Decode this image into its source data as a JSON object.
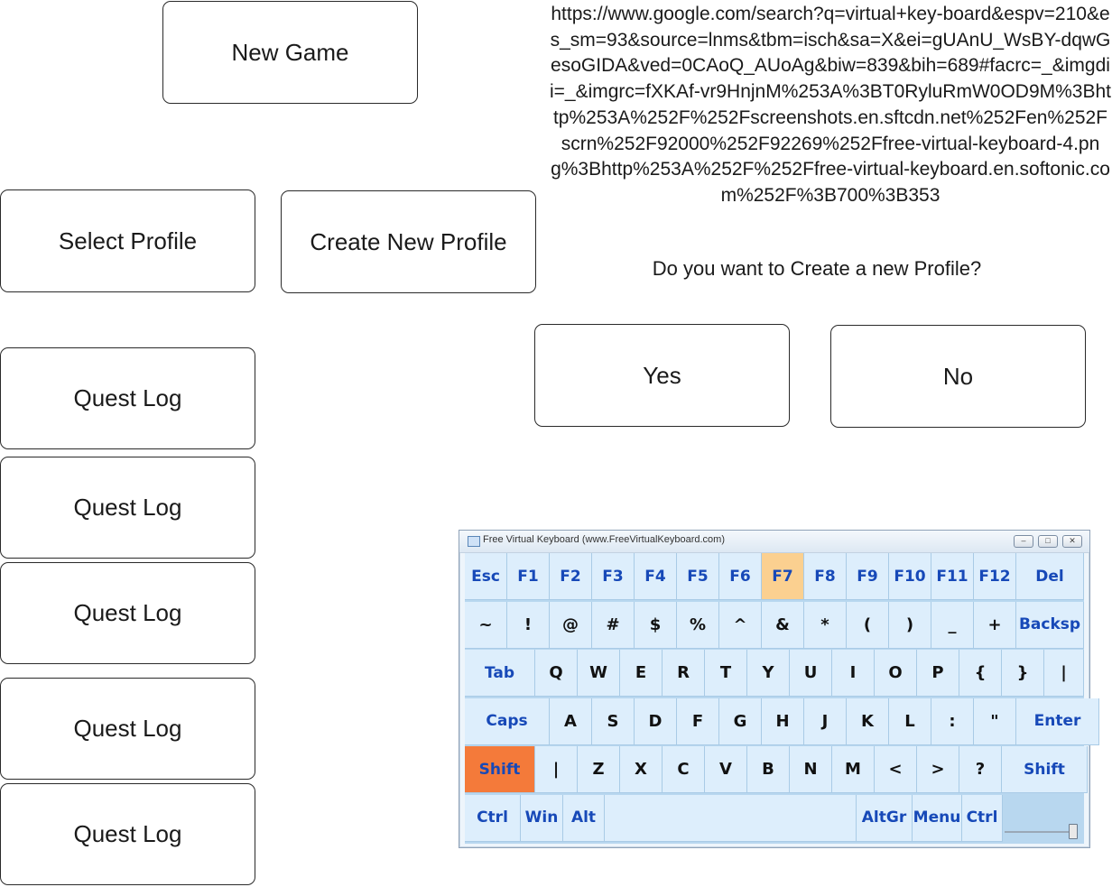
{
  "buttons": {
    "new_game": "New Game",
    "select_profile": "Select Profile",
    "create_new_profile": "Create New Profile",
    "quest_log": [
      "Quest Log",
      "Quest Log",
      "Quest Log",
      "Quest Log",
      "Quest Log"
    ],
    "yes": "Yes",
    "no": "No"
  },
  "reference_url": "https://www.google.com/search?q=virtual+key-board&espv=210&es_sm=93&source=lnms&tbm=isch&sa=X&ei=gUAnU_WsBY-dqwGesoGIDA&ved=0CAoQ_AUoAg&biw=839&bih=689#facrc=_&imgdii=_&imgrc=fXKAf-vr9HnjnM%253A%3BT0RyluRmW0OD9M%3Bhttp%253A%252F%252Fscreenshots.en.sftcdn.net%252Fen%252Fscrn%252F92000%252F92269%252Ffree-virtual-keyboard-4.png%3Bhttp%253A%252F%252Ffree-virtual-keyboard.en.softonic.com%252F%3B700%3B353",
  "dialog": {
    "question": "Do you want to Create a new Profile?"
  },
  "keyboard": {
    "title": "Free Virtual Keyboard (www.FreeVirtualKeyboard.com)",
    "window_buttons": [
      "minimize-icon",
      "maximize-icon",
      "close-icon"
    ],
    "highlight_colors": {
      "pressed_fn": "#fbd090",
      "shift_active": "#f47a3a",
      "key_bg": "#ddeefc",
      "label_blue": "#1749b8"
    },
    "rows": [
      [
        "Esc",
        "F1",
        "F2",
        "F3",
        "F4",
        "F5",
        "F6",
        "F7",
        "F8",
        "F9",
        "F10",
        "F11",
        "F12",
        "Del"
      ],
      [
        "~",
        "!",
        "@",
        "#",
        "$",
        "%",
        "^",
        "&",
        "*",
        "(",
        ")",
        "_",
        "+",
        "Backsp"
      ],
      [
        "Tab",
        "Q",
        "W",
        "E",
        "R",
        "T",
        "Y",
        "U",
        "I",
        "O",
        "P",
        "{",
        "}",
        "|"
      ],
      [
        "Caps",
        "A",
        "S",
        "D",
        "F",
        "G",
        "H",
        "J",
        "K",
        "L",
        ":",
        "\"",
        "Enter"
      ],
      [
        "Shift",
        "|",
        "Z",
        "X",
        "C",
        "V",
        "B",
        "N",
        "M",
        "<",
        ">",
        "?",
        "Shift"
      ],
      [
        "Ctrl",
        "Win",
        "Alt",
        "",
        "AltGr",
        "Menu",
        "Ctrl"
      ]
    ]
  }
}
